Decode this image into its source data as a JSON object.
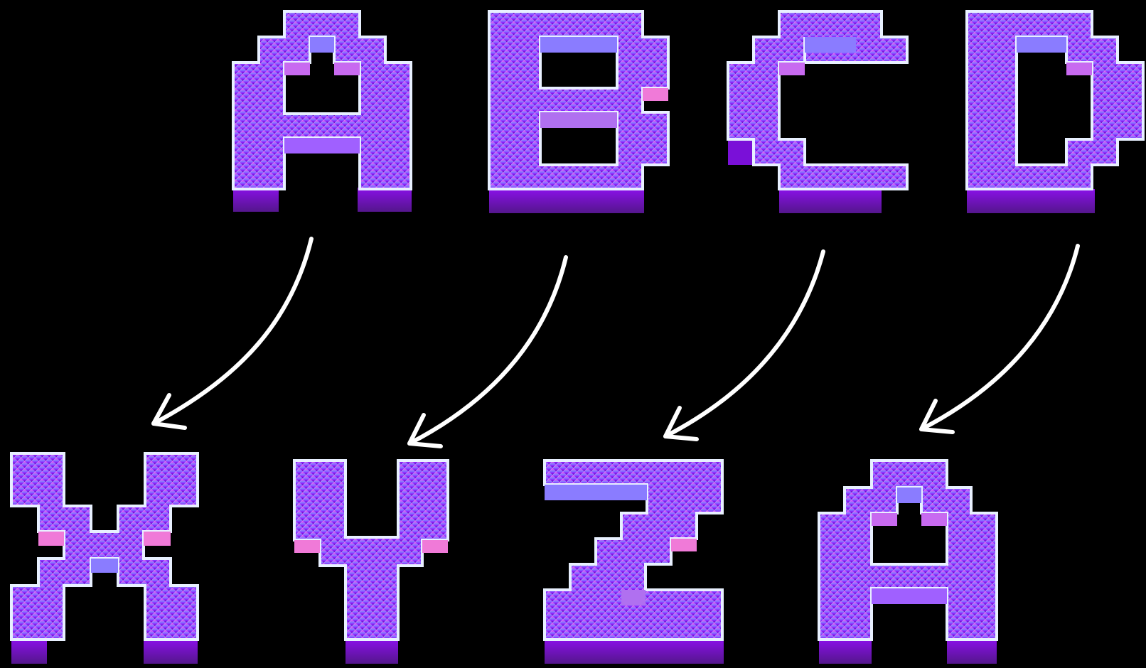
{
  "letters_top": [
    {
      "char": "A"
    },
    {
      "char": "B"
    },
    {
      "char": "C"
    },
    {
      "char": "D"
    }
  ],
  "letters_bottom": [
    {
      "char": "X"
    },
    {
      "char": "Y"
    },
    {
      "char": "Z"
    },
    {
      "char": "A"
    }
  ],
  "colors": {
    "background": "#000000",
    "gradient_top": "#ff3cf0",
    "gradient_mid": "#8a7cff",
    "gradient_bottom": "#5a0098",
    "outline": "#e8f0ff",
    "extrusion": "#7a10d8",
    "extrusion_dark": "#54168c",
    "arrow": "#ffffff"
  }
}
